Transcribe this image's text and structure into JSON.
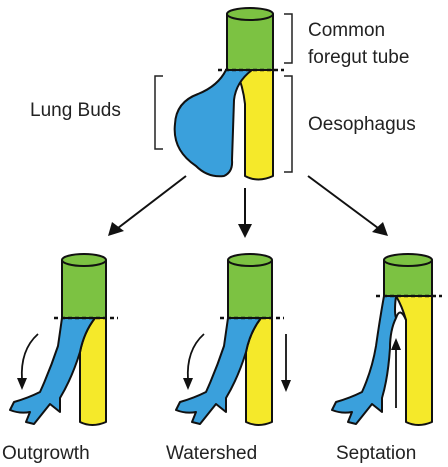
{
  "labels": {
    "common_line1": "Common",
    "common_line2": "foregut tube",
    "lung_buds": "Lung Buds",
    "oesophagus": "Oesophagus",
    "outgrowth": "Outgrowth",
    "watershed": "Watershed",
    "septation": "Septation"
  },
  "colors": {
    "foregut": "#7cc242",
    "lung": "#3aa0dc",
    "oesophagus": "#f5e92a",
    "outline": "#111111"
  }
}
